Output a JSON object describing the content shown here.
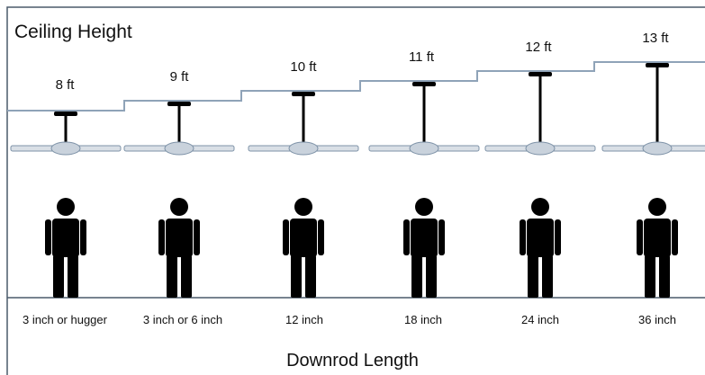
{
  "title": "Ceiling Height",
  "xlabel": "Downrod Length",
  "items": [
    {
      "height": "8 ft",
      "downrod": "3 inch or hugger"
    },
    {
      "height": "9 ft",
      "downrod": "3 inch or 6 inch"
    },
    {
      "height": "10 ft",
      "downrod": "12 inch"
    },
    {
      "height": "11 ft",
      "downrod": "18 inch"
    },
    {
      "height": "12 ft",
      "downrod": "24 inch"
    },
    {
      "height": "13 ft",
      "downrod": "36 inch"
    }
  ],
  "colors": {
    "ceiling_line": "#8fa3b8",
    "frame": "#4a5a6a",
    "blade_fill": "#d9dfe6",
    "blade_stroke": "#7f93a8",
    "hub_fill": "#c9d2dc",
    "person": "#000000"
  }
}
